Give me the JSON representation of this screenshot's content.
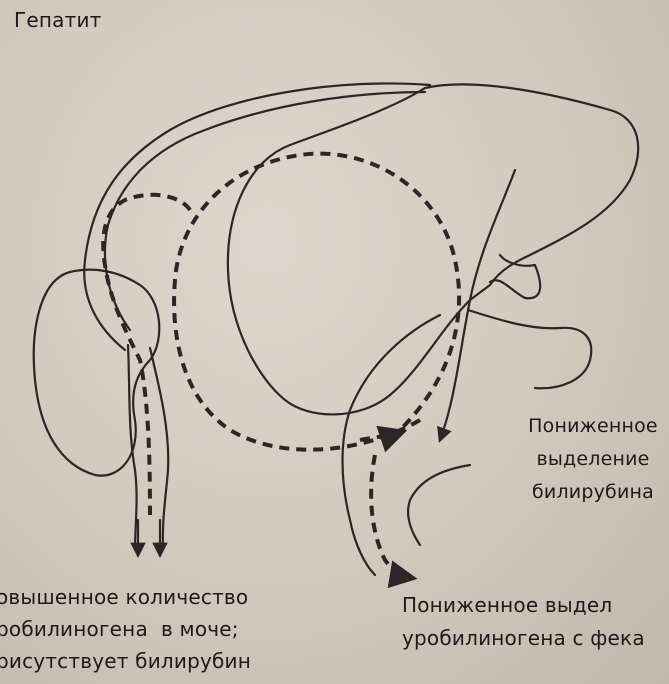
{
  "title": "Гепатит",
  "labels": {
    "reduced_bilirubin": "Пониженное\nвыделение\nбилирубина",
    "urine": "овышенное количество\nробилиногена  в моче;\nрисутствует билирубин",
    "feces": "Пониженное выдел\nуробилиногена с фека"
  },
  "colors": {
    "line": "#2a2827",
    "paper": "#d6cfc4"
  }
}
